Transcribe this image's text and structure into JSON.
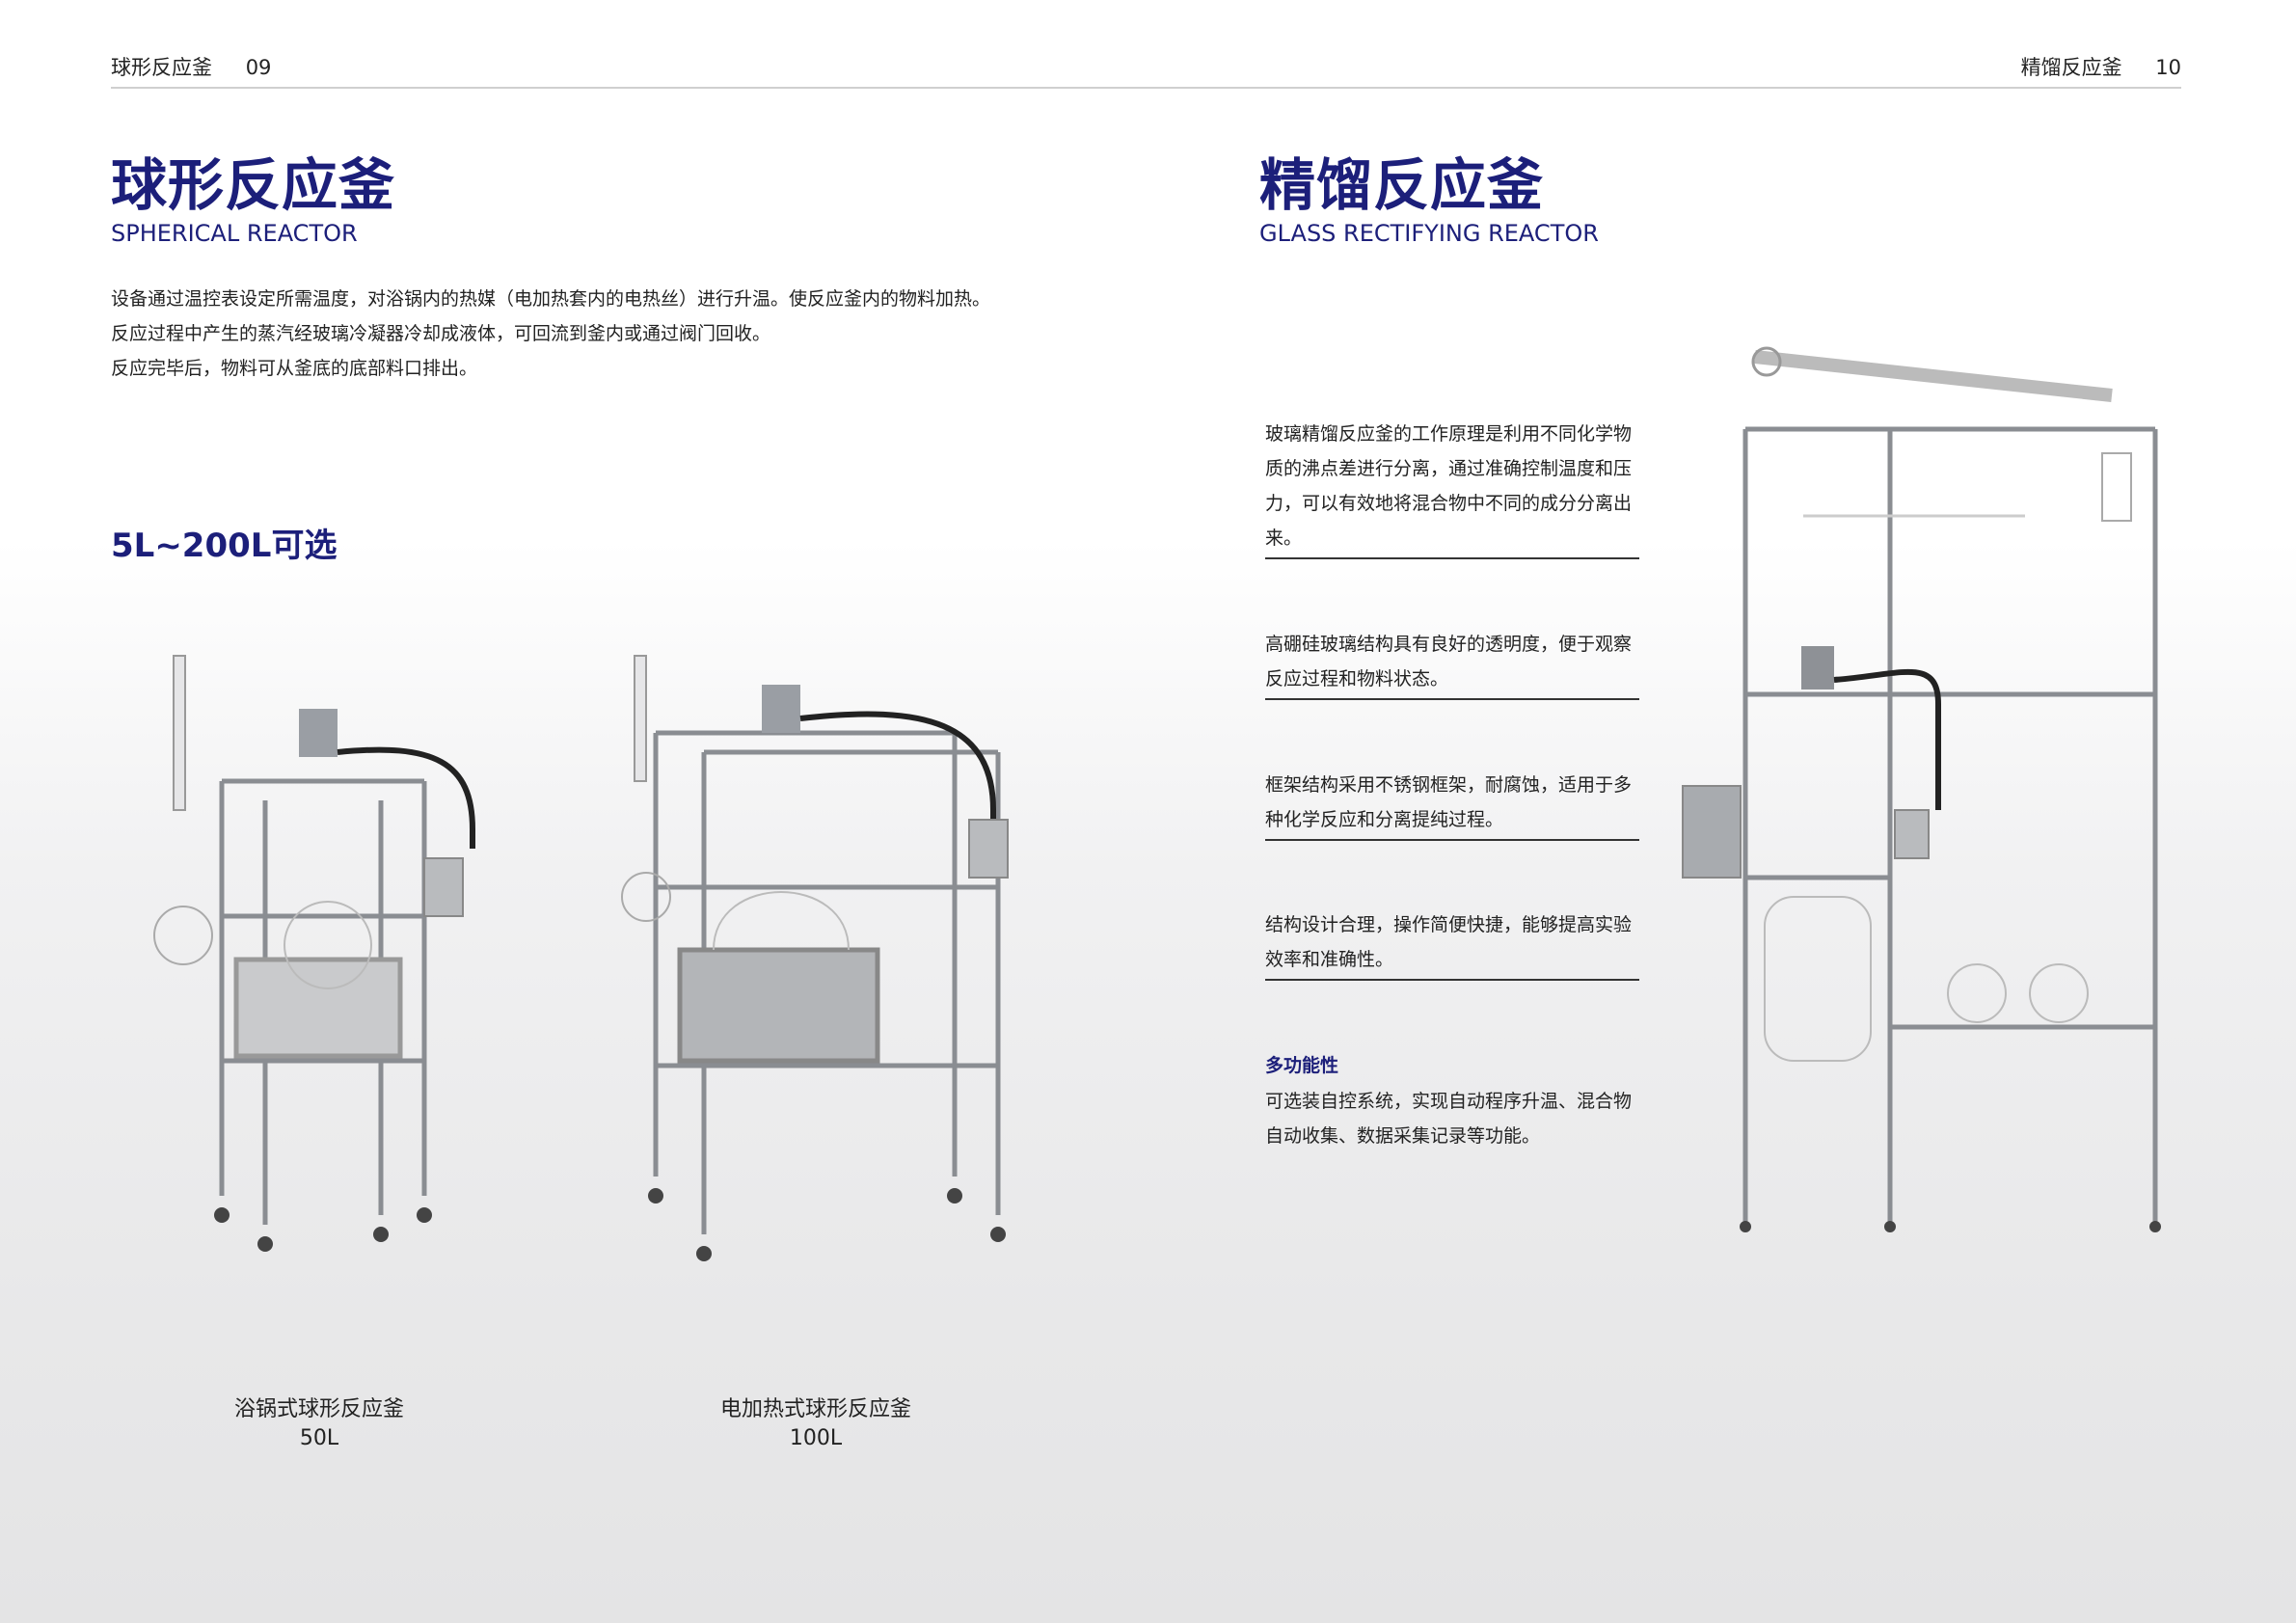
{
  "header": {
    "left": {
      "title": "球形反应釜",
      "page": "09"
    },
    "right": {
      "title": "精馏反应釜",
      "page": "10"
    }
  },
  "left_page": {
    "title": "球形反应釜",
    "subtitle": "SPHERICAL REACTOR",
    "description": [
      "设备通过温控表设定所需温度，对浴锅内的热媒（电加热套内的电热丝）进行升温。使反应釜内的物料加热。",
      "反应过程中产生的蒸汽经玻璃冷凝器冷却成液体，可回流到釜内或通过阀门回收。",
      "反应完毕后，物料可从釜底的底部料口排出。"
    ],
    "capacity": "5L~200L可选",
    "products": [
      {
        "name": "浴锅式球形反应釜",
        "volume": "50L"
      },
      {
        "name": "电加热式球形反应釜",
        "volume": "100L"
      }
    ]
  },
  "right_page": {
    "title": "精馏反应釜",
    "subtitle": "GLASS RECTIFYING REACTOR",
    "features": [
      "玻璃精馏反应釜的工作原理是利用不同化学物质的沸点差进行分离，通过准确控制温度和压力，可以有效地将混合物中不同的成分分离出来。",
      "高硼硅玻璃结构具有良好的透明度，便于观察反应过程和物料状态。",
      "框架结构采用不锈钢框架，耐腐蚀，适用于多种化学反应和分离提纯过程。",
      "结构设计合理，操作简便快捷，能够提高实验效率和准确性。"
    ],
    "multi_function": {
      "heading": "多功能性",
      "text": "可选装自控系统，实现自动程序升温、混合物自动收集、数据采集记录等功能。"
    }
  },
  "colors": {
    "brand": "#1c1f7a",
    "frame": "#8a8d92"
  }
}
